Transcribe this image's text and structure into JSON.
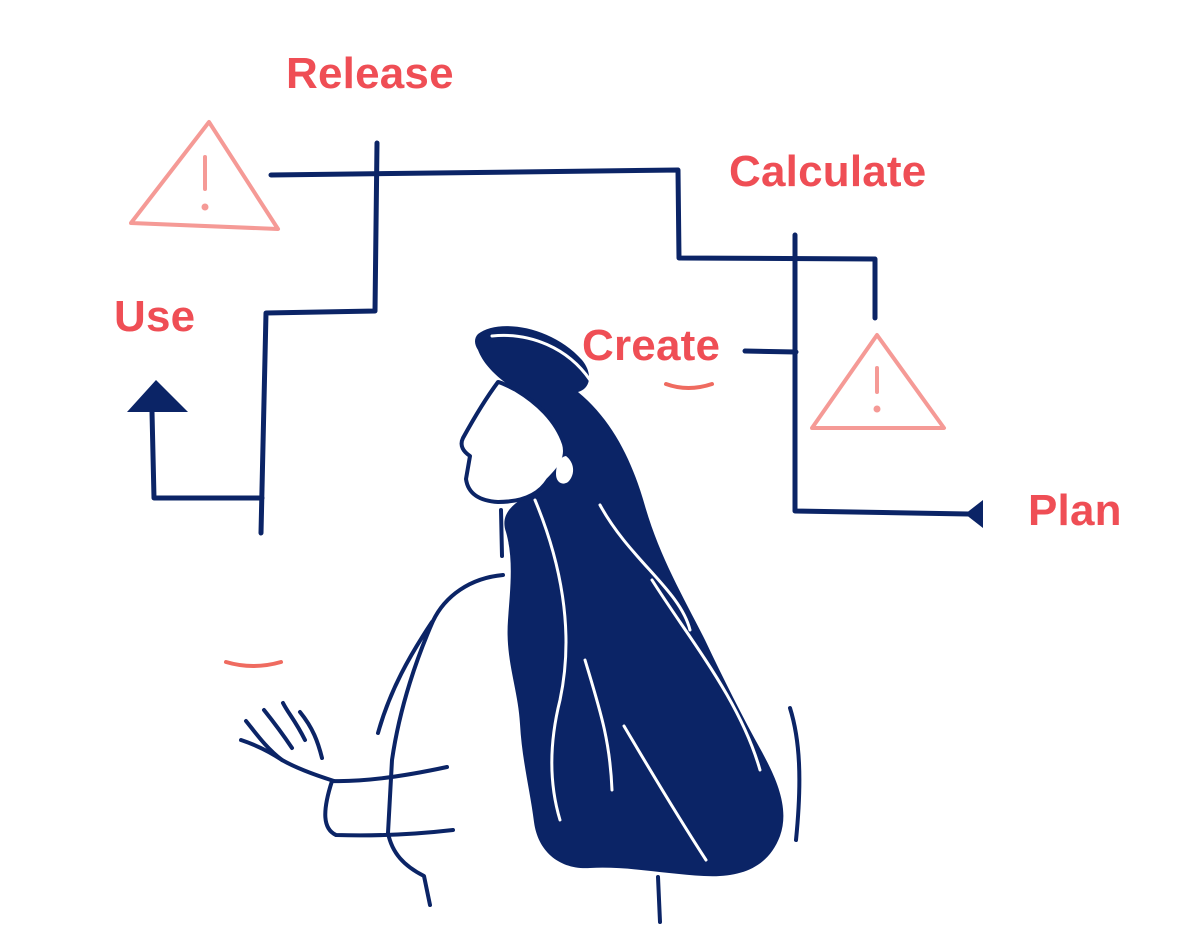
{
  "labels": {
    "release": "Release",
    "calculate": "Calculate",
    "use": "Use",
    "create": "Create",
    "plan": "Plan"
  },
  "colors": {
    "navy": "#0b2466",
    "coral": "#ef4e55",
    "warning_pink": "#f59a96",
    "background": "#ffffff"
  },
  "icons": {
    "warnings": [
      "warning-triangle-icon",
      "warning-triangle-icon"
    ],
    "arrows": [
      "arrow-up-icon",
      "arrow-right-icon"
    ]
  }
}
